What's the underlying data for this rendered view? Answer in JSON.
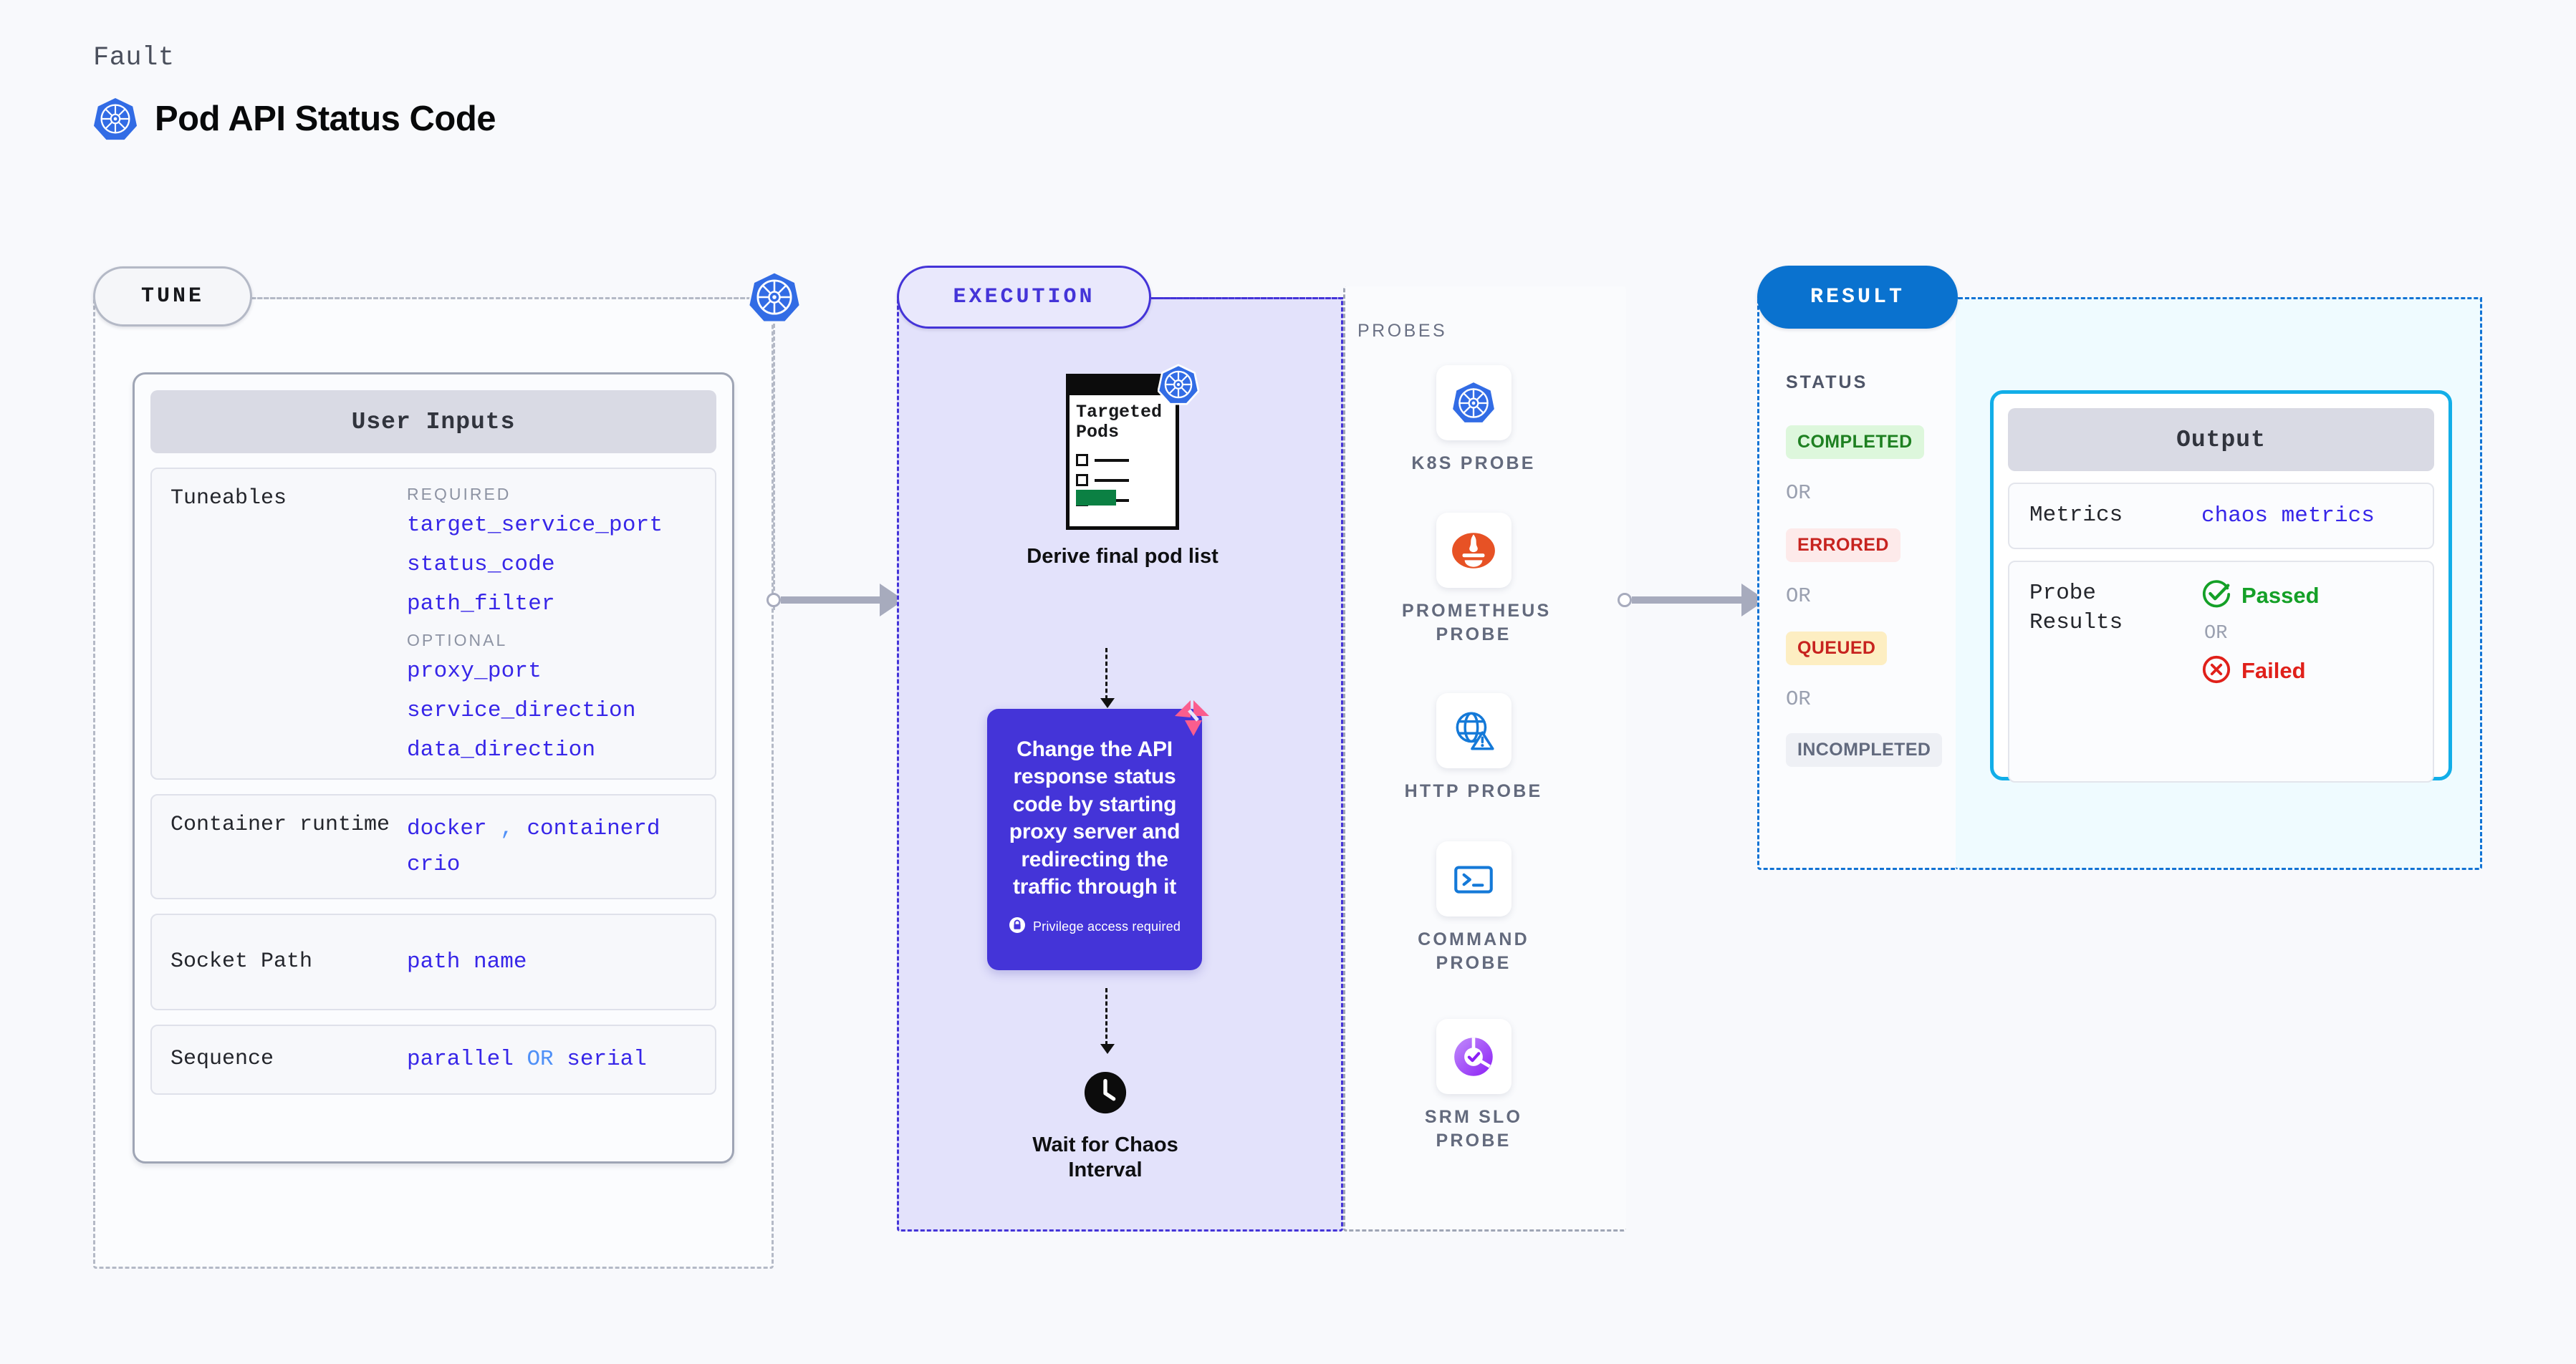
{
  "header": {
    "eyebrow": "Fault",
    "title": "Pod API Status Code",
    "icon": "kubernetes-icon"
  },
  "tune": {
    "pill_label": "TUNE",
    "card_title": "User Inputs",
    "tuneables": {
      "label": "Tuneables",
      "required_label": "REQUIRED",
      "required": [
        "target_service_port",
        "status_code",
        "path_filter"
      ],
      "optional_label": "OPTIONAL",
      "optional": [
        "proxy_port",
        "service_direction",
        "data_direction"
      ]
    },
    "container_runtime": {
      "label": "Container runtime",
      "values": [
        "docker",
        ",",
        "containerd",
        "crio"
      ]
    },
    "socket_path": {
      "label": "Socket Path",
      "value": "path name"
    },
    "sequence": {
      "label": "Sequence",
      "value_a": "parallel",
      "sep": "OR",
      "value_b": "serial"
    }
  },
  "execution": {
    "pill_label": "EXECUTION",
    "derive": {
      "doc_title": "Targeted Pods",
      "caption": "Derive final pod list",
      "icon": "kubernetes-icon"
    },
    "action": {
      "text": "Change the API response status code by starting proxy server and redirecting the traffic through it",
      "privilege_note": "Privilege access required",
      "privilege_icon": "lock-icon",
      "corner_icon": "litmus-icon"
    },
    "wait": {
      "caption": "Wait for Chaos Interval",
      "icon": "clock-icon"
    }
  },
  "probes": {
    "section_label": "PROBES",
    "items": [
      {
        "label": "K8S PROBE",
        "icon": "kubernetes-icon"
      },
      {
        "label": "PROMETHEUS PROBE",
        "icon": "prometheus-icon"
      },
      {
        "label": "HTTP PROBE",
        "icon": "globe-warning-icon"
      },
      {
        "label": "COMMAND PROBE",
        "icon": "terminal-icon"
      },
      {
        "label": "SRM SLO PROBE",
        "icon": "srm-slo-icon"
      }
    ]
  },
  "result": {
    "pill_label": "RESULT",
    "status_label": "STATUS",
    "or_label": "OR",
    "statuses": [
      {
        "text": "COMPLETED",
        "bg": "#ddf7dc",
        "fg": "#1e8021"
      },
      {
        "text": "ERRORED",
        "bg": "#fdeaea",
        "fg": "#c7231f"
      },
      {
        "text": "QUEUED",
        "bg": "#fdeec2",
        "fg": "#c7231f"
      },
      {
        "text": "INCOMPLETED",
        "bg": "#eef0f5",
        "fg": "#626a7e"
      }
    ]
  },
  "output": {
    "card_title": "Output",
    "metrics": {
      "label": "Metrics",
      "value": "chaos metrics"
    },
    "probe_results": {
      "label": "Probe Results",
      "passed": {
        "text": "Passed",
        "color": "#14a027",
        "icon": "check-circle-icon"
      },
      "or": "OR",
      "failed": {
        "text": "Failed",
        "color": "#e0201a",
        "icon": "x-circle-icon"
      }
    }
  },
  "colors": {
    "tune_border": "#b4b9c6",
    "execution": "#4434d8",
    "result": "#1273d4",
    "output_accent": "#12aee8",
    "accent_code": "#3726e8",
    "page_bg": "#f8f9fc"
  }
}
